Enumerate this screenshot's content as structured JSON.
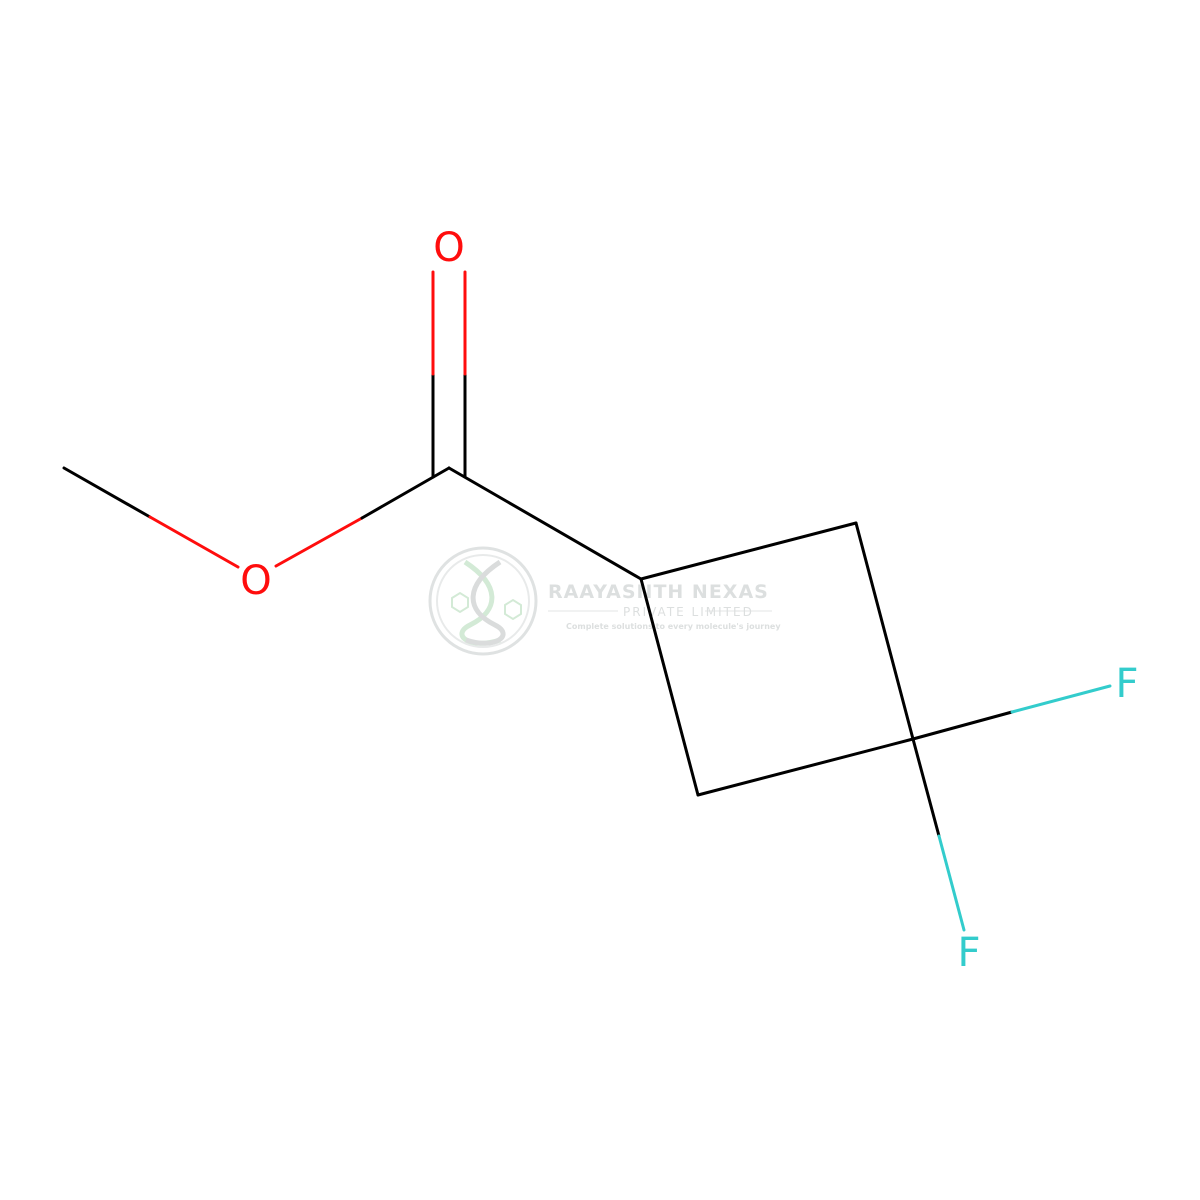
{
  "molecule": {
    "atoms": {
      "o_carbonyl": {
        "symbol": "O",
        "color": "#ff0d0d"
      },
      "o_ester": {
        "symbol": "O",
        "color": "#ff0d0d"
      },
      "f_upper": {
        "symbol": "F",
        "color": "#33cccc"
      },
      "f_lower": {
        "symbol": "F",
        "color": "#33cccc"
      }
    },
    "bond_color": "#000000"
  },
  "watermark": {
    "title": "RAAYASNTH NEXAS",
    "subtitle": "PRIVATE LIMITED",
    "tagline": "Complete solutions to every molecule's journey",
    "logo_icon": "dna-helix-logo-icon",
    "color": "#d9dcdc"
  }
}
